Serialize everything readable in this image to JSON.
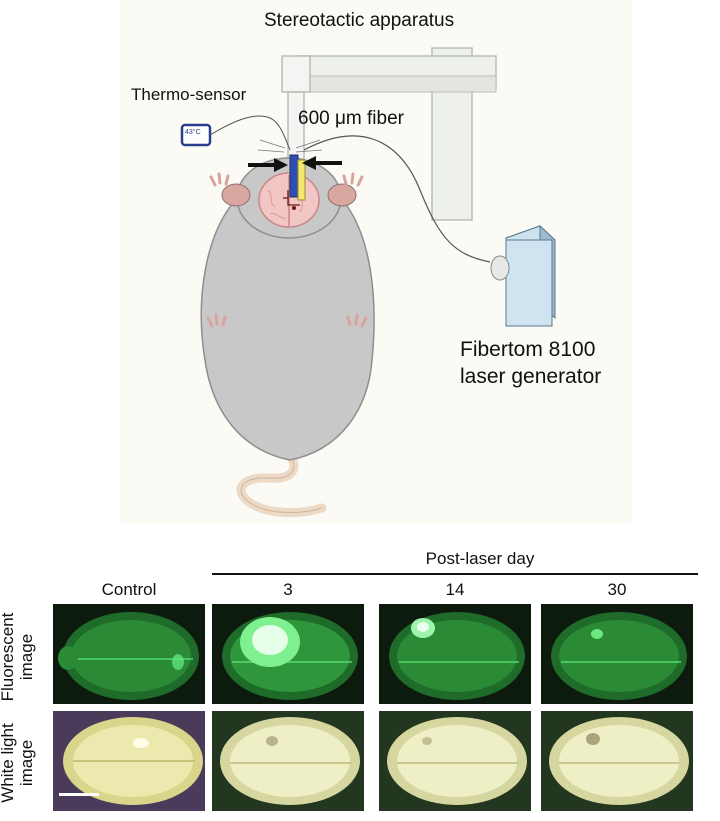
{
  "diagram": {
    "apparatus_label": "Stereotactic apparatus",
    "sensor_label": "Thermo-sensor",
    "sensor_display": "43°C",
    "fiber_label": "600 μm fiber",
    "laser_label_line1": "Fibertom 8100",
    "laser_label_line2": "laser generator"
  },
  "photos": {
    "group_header": "Post-laser day",
    "columns": [
      {
        "label": "Control"
      },
      {
        "label": "3"
      },
      {
        "label": "14"
      },
      {
        "label": "30"
      }
    ],
    "row_labels": [
      {
        "line1": "Fluorescent",
        "line2": "image"
      },
      {
        "line1": "White light",
        "line2": "image"
      }
    ]
  },
  "colors": {
    "fluorescence": "#3fd45a",
    "white_light": "#e8e6a8",
    "background_dark": "#0f1a10"
  }
}
